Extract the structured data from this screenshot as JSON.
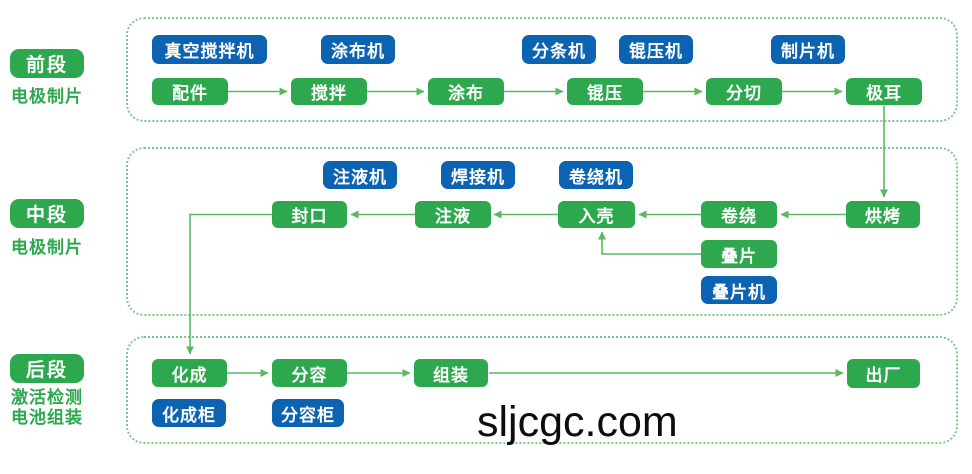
{
  "stages": [
    {
      "badge": "前段",
      "sublabels": [
        "电极制片"
      ]
    },
    {
      "badge": "中段",
      "sublabels": [
        "电极制片"
      ]
    },
    {
      "badge": "后段",
      "sublabels": [
        "激活检测",
        "电池组装"
      ]
    }
  ],
  "front_section": {
    "equipment": [
      "真空搅拌机",
      "涂布机",
      "分条机",
      "锟压机",
      "制片机"
    ],
    "steps": [
      "配件",
      "搅拌",
      "涂布",
      "锟压",
      "分切",
      "极耳"
    ]
  },
  "middle_section": {
    "equipment": [
      "注液机",
      "焊接机",
      "卷绕机",
      "叠片机"
    ],
    "steps": [
      "封口",
      "注液",
      "入壳",
      "卷绕",
      "烘烤",
      "叠片"
    ]
  },
  "back_section": {
    "equipment": [
      "化成柜",
      "分容柜"
    ],
    "steps": [
      "化成",
      "分容",
      "组装",
      "出厂"
    ]
  },
  "watermark": "sljcgc.com",
  "colors": {
    "process_green": "#2ea84e",
    "equipment_blue": "#0b63b1",
    "line_green": "#58b961",
    "dashed_border_green": "#79cb8b",
    "label_green": "#2ea84e",
    "watermark_black": "#0d0d0d"
  }
}
